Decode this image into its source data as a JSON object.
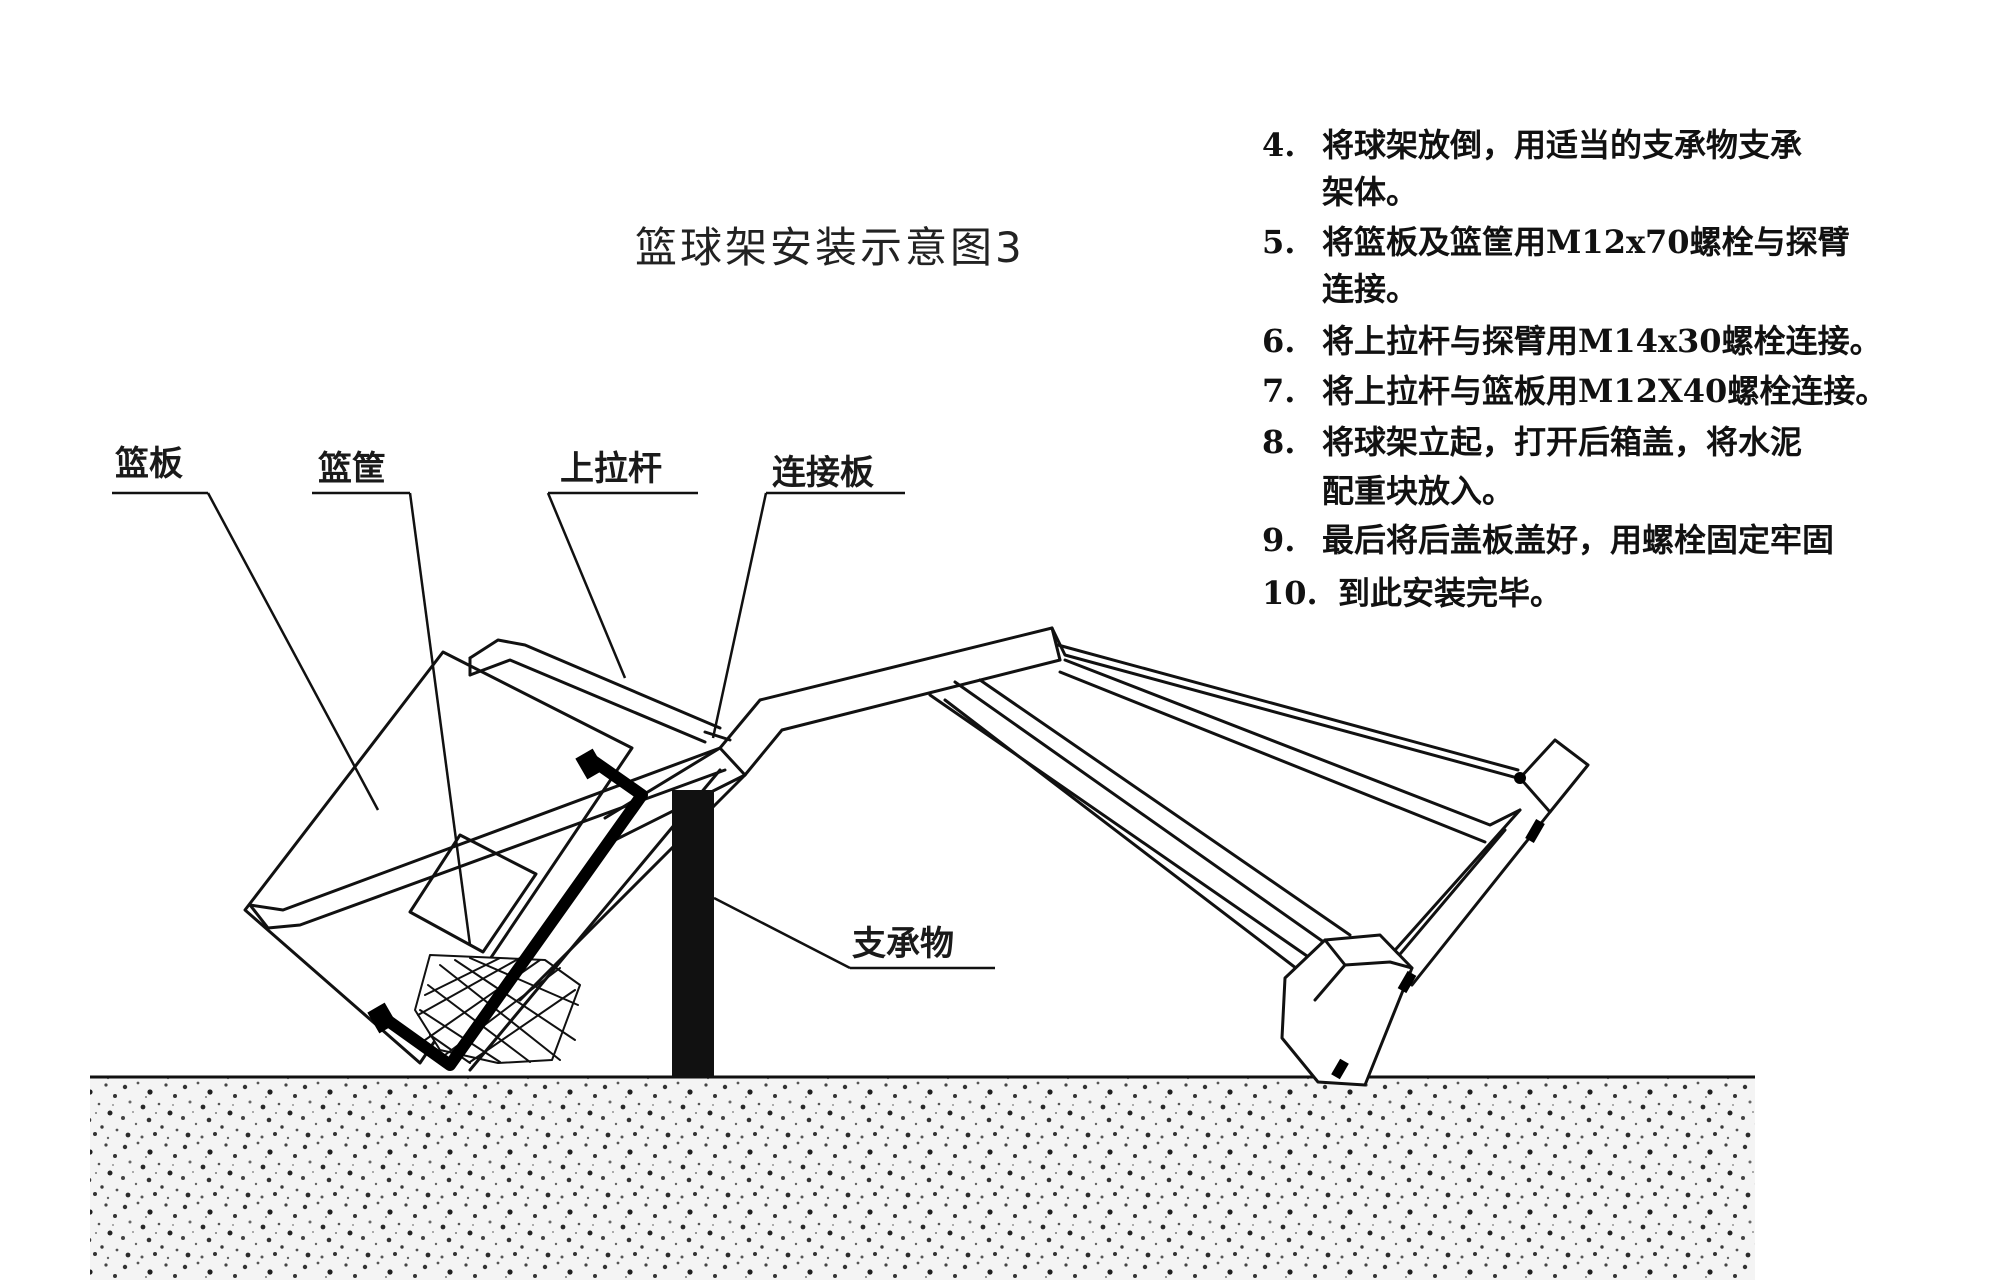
{
  "title": "篮球架安装示意图3",
  "labels": {
    "backboard": "篮板",
    "basket": "篮筐",
    "upper_rod": "上拉杆",
    "connecting_plate": "连接板",
    "support": "支承物"
  },
  "steps": [
    {
      "num": "4.",
      "line1": "将球架放倒，用适当的支承物支承",
      "line2": "架体。"
    },
    {
      "num": "5.",
      "line1": "将篮板及篮筐用M12x70螺栓与探臂",
      "line2": "连接。"
    },
    {
      "num": "6.",
      "line1": "将上拉杆与探臂用M14x30螺栓连接。",
      "line2": ""
    },
    {
      "num": "7.",
      "line1": "将上拉杆与篮板用M12X40螺栓连接。",
      "line2": ""
    },
    {
      "num": "8.",
      "line1": "将球架立起，打开后箱盖，将水泥",
      "line2": "配重块放入。"
    },
    {
      "num": "9.",
      "line1": "最后将后盖板盖好，用螺栓固定牢固",
      "line2": ""
    },
    {
      "num": "10.",
      "line1": "到此安装完毕。",
      "line2": ""
    }
  ]
}
